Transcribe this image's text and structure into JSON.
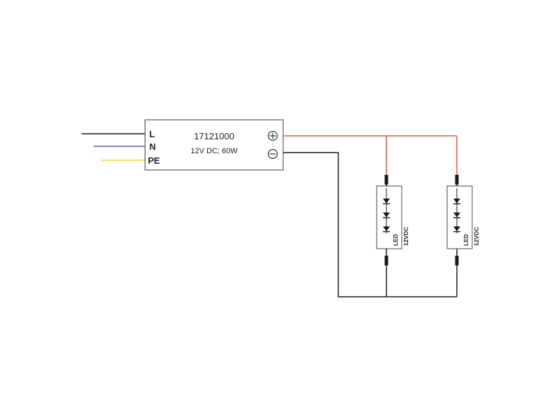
{
  "driver": {
    "model": "17121000",
    "rating": "12V DC; 60W",
    "terminals": {
      "line": "L",
      "neutral": "N",
      "earth": "PE"
    },
    "outputs": {
      "positive": "⊕",
      "negative": "⊖"
    }
  },
  "modules": [
    {
      "label": "LED",
      "voltage": "12VDC"
    },
    {
      "label": "LED",
      "voltage": "12VDC"
    }
  ],
  "colors": {
    "line_wire": "#1a1a1a",
    "neutral_wire": "#5a5fb0",
    "earth_wire": "#e2dc3c",
    "positive_wire": "#e0553a",
    "negative_wire": "#1a1a1a",
    "outline": "#555555"
  }
}
